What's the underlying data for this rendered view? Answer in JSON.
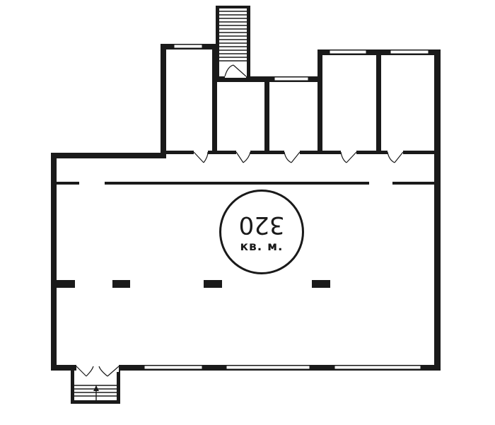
{
  "floor_plan": {
    "area": {
      "value": "320",
      "unit": "кв. м."
    },
    "colors": {
      "wall": "#1a1a1a",
      "background": "#ffffff",
      "window": "#ffffff"
    },
    "rooms": [
      "room-1",
      "room-2",
      "room-3",
      "room-4",
      "room-5"
    ],
    "features": [
      "corridor",
      "main-hall",
      "top-staircase",
      "entrance-staircase",
      "columns",
      "windows",
      "doors"
    ]
  }
}
